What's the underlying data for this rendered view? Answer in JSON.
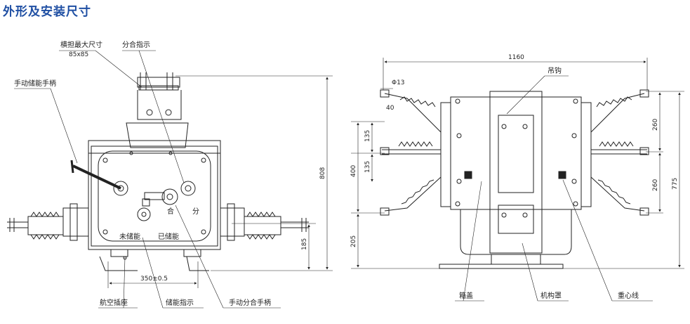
{
  "title": "外形及安装尺寸",
  "left_view": {
    "labels": {
      "crossarm": "横担最大尺寸",
      "crossarm_size": "85x85",
      "open_close_indicator": "分合指示",
      "manual_storage_handle": "手动储能手柄",
      "not_stored": "未储能",
      "stored": "已储能",
      "close": "合",
      "open": "分",
      "aviation_socket": "航空插座",
      "storage_indicator": "储能指示",
      "manual_open_close_handle": "手动分合手柄"
    },
    "dims": {
      "height": "808",
      "base": "185",
      "width": "350±0.5"
    }
  },
  "right_view": {
    "labels": {
      "hook": "吊钩",
      "hole": "Φ13",
      "hole_offset": "40",
      "box_cover": "箱盖",
      "mechanism_cover": "机构罩",
      "center_line": "重心线"
    },
    "dims": {
      "width": "1160",
      "d135a": "135",
      "d135b": "135",
      "d400": "400",
      "d205": "205",
      "d260a": "260",
      "d260b": "260",
      "d775": "775"
    }
  }
}
